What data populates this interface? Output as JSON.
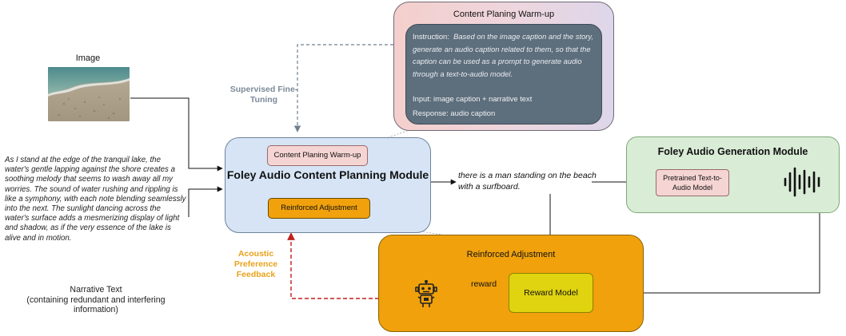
{
  "image_section": {
    "label": "Image"
  },
  "narrative": {
    "text": "As I stand at the edge of the tranquil lake, the water's gentle lapping against the shore creates a soothing melody that seems to wash away all my worries. The sound of water rushing and rippling is like a symphony, with each note blending seamlessly into the next. The sunlight dancing across the water's surface adds a mesmerizing display of light and shadow, as if the very essence of the lake is alive and in motion.",
    "label": "Narrative Text\n(containing redundant and interfering information)"
  },
  "edges": {
    "sft": "Supervised Fine-Tuning",
    "apf": "Acoustic Preference Feedback"
  },
  "warmup": {
    "title": "Content Planing Warm-up",
    "instruction_label": "Instruction:",
    "instruction_text": "Based on the image caption and the story, generate an audio caption related to them, so that the caption can be used as a prompt to generate audio through a text-to-audio model.",
    "input": "Input:  image caption + narrative text",
    "response": "Response:  audio caption"
  },
  "planning": {
    "warmup_pill": "Content Planing Warm-up",
    "title": "Foley Audio Content Planning Module",
    "reinforced_pill": "Reinforced Adjustment"
  },
  "caption": "there is a man standing on the beach with a surfboard.",
  "foley": {
    "title": "Foley Audio Generation Module",
    "t2a": "Pretrained Text-to-Audio Model"
  },
  "reinforced": {
    "title": "Reinforced Adjustment",
    "reward_model": "Reward Model",
    "reward_label": "reward"
  },
  "colors": {
    "warmup_bg": "#f4cfcc",
    "warmup_inner": "#5d6e7d",
    "planning_bg": "#d6e4f6",
    "foley_bg": "#d9ecd6",
    "reinforced_bg": "#f0a10c",
    "reward_model_bg": "#e0d30f",
    "sft_text": "#7c8a99",
    "feedback_arrow": "#c0211d"
  }
}
